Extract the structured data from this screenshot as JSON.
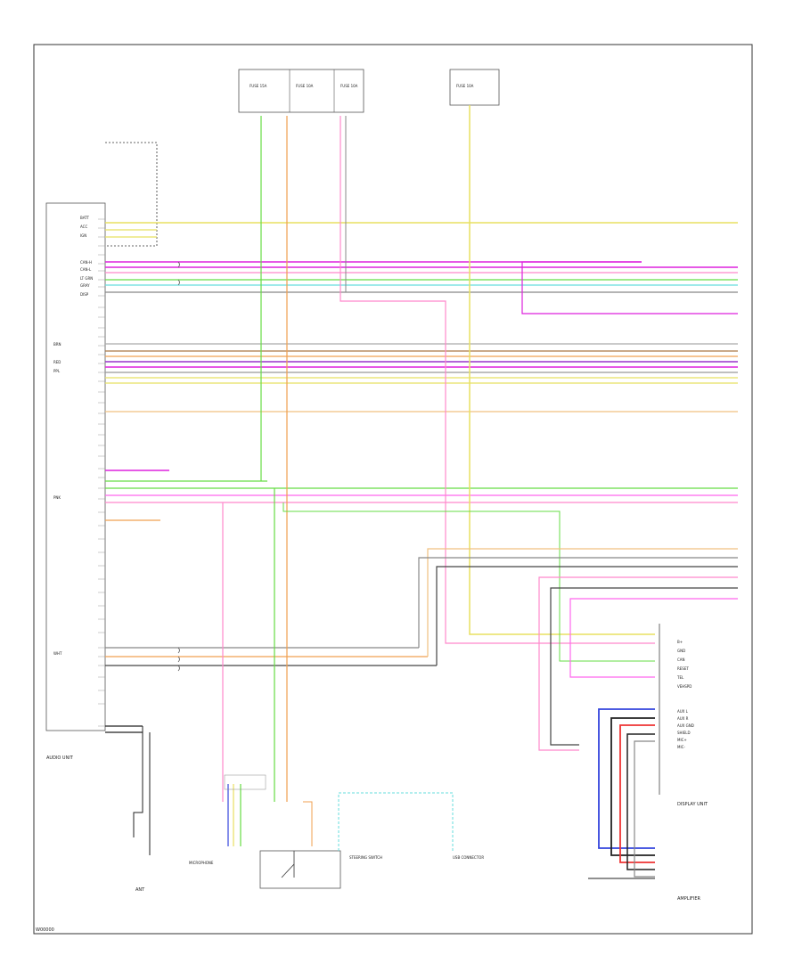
{
  "footer_code": "W00000",
  "fuses": [
    {
      "label": "FUSE 15A"
    },
    {
      "label": "FUSE 10A"
    },
    {
      "label": "FUSE 10A"
    },
    {
      "label": "FUSE 10A"
    }
  ],
  "pins_left": [
    "BATT",
    "ACC",
    "IGN",
    "CAN-H",
    "CAN-L",
    "LT GRN",
    "GRAY",
    "DISP",
    "BRN",
    "RED",
    "PPL",
    "PNK",
    "WHT"
  ],
  "right_module_pins": [
    "B+",
    "GND",
    "CAN",
    "RESET",
    "TEL",
    "VEHSPD",
    "AUX L",
    "AUX R",
    "AUX GND",
    "SHIELD",
    "MIC+",
    "MIC-"
  ],
  "components": {
    "audio_unit": "AUDIO UNIT",
    "antenna": "ANT",
    "usb": "USB CONNECTOR",
    "mic": "MICROPHONE",
    "steering": "STEERING SWITCH",
    "display": "DISPLAY UNIT",
    "amp": "AMPLIFIER"
  },
  "colors": {
    "yellow": "#e8e060",
    "green": "#66dd44",
    "orange": "#f0a050",
    "pink": "#ff88cc",
    "magenta": "#dd22dd",
    "purple": "#9933cc",
    "gray": "#888888",
    "cyan": "#66dddd",
    "blue": "#3344dd",
    "red": "#ee3333",
    "black": "#222222",
    "brown": "#aa7744"
  }
}
